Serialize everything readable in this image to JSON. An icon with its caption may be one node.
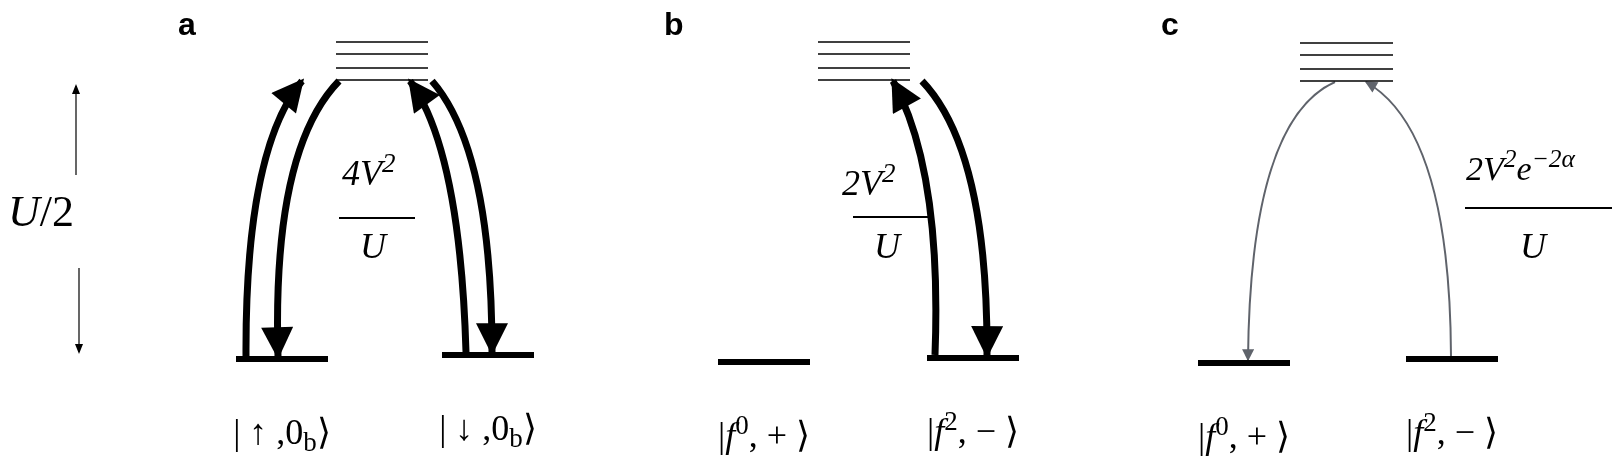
{
  "diagram": {
    "nodes": [
      {
        "text": [],
        "shape": "bar"
      },
      {
        "text": [
          "| ↑ ,0$_{b}$⟩"
        ]
      },
      {
        "text": [
          "| ↓ ,0$_{b}$⟩"
        ]
      },
      {
        "text": [],
        "shape": "bar"
      },
      {
        "text": [
          "|*f*$^{0}$, + ⟩"
        ]
      },
      {
        "text": [
          "|*f*$^{2}$, − ⟩"
        ]
      },
      {
        "text": [],
        "shape": "bar"
      },
      {
        "text": [
          "|*f*$^{0}$, + ⟩"
        ]
      },
      {
        "text": [
          "|*f*$^{2}$, − ⟩"
        ]
      }
    ],
    "edges": [
      {
        "from": 1,
        "to": 0,
        "arrow": "to"
      },
      {
        "from": 0,
        "to": 1,
        "arrow": "to"
      },
      {
        "from": 2,
        "to": 0,
        "arrow": "to"
      },
      {
        "from": 0,
        "to": 2,
        "arrow": "to"
      },
      {
        "from": 5,
        "to": 3,
        "arrow": "to"
      },
      {
        "from": 3,
        "to": 5,
        "arrow": "to"
      },
      {
        "from": 6,
        "to": 7,
        "arrow": "to",
        "color": "#5f636b"
      },
      {
        "from": 8,
        "to": 6,
        "arrow": "to",
        "color": "#5f636b"
      }
    ],
    "labels": [
      "a",
      "*U*/2",
      "4V$^{2}$",
      "U",
      "b",
      "2V$^{2}$",
      "U",
      "c",
      "2V$^{2}$e$^{−2α}$",
      "U"
    ]
  }
}
